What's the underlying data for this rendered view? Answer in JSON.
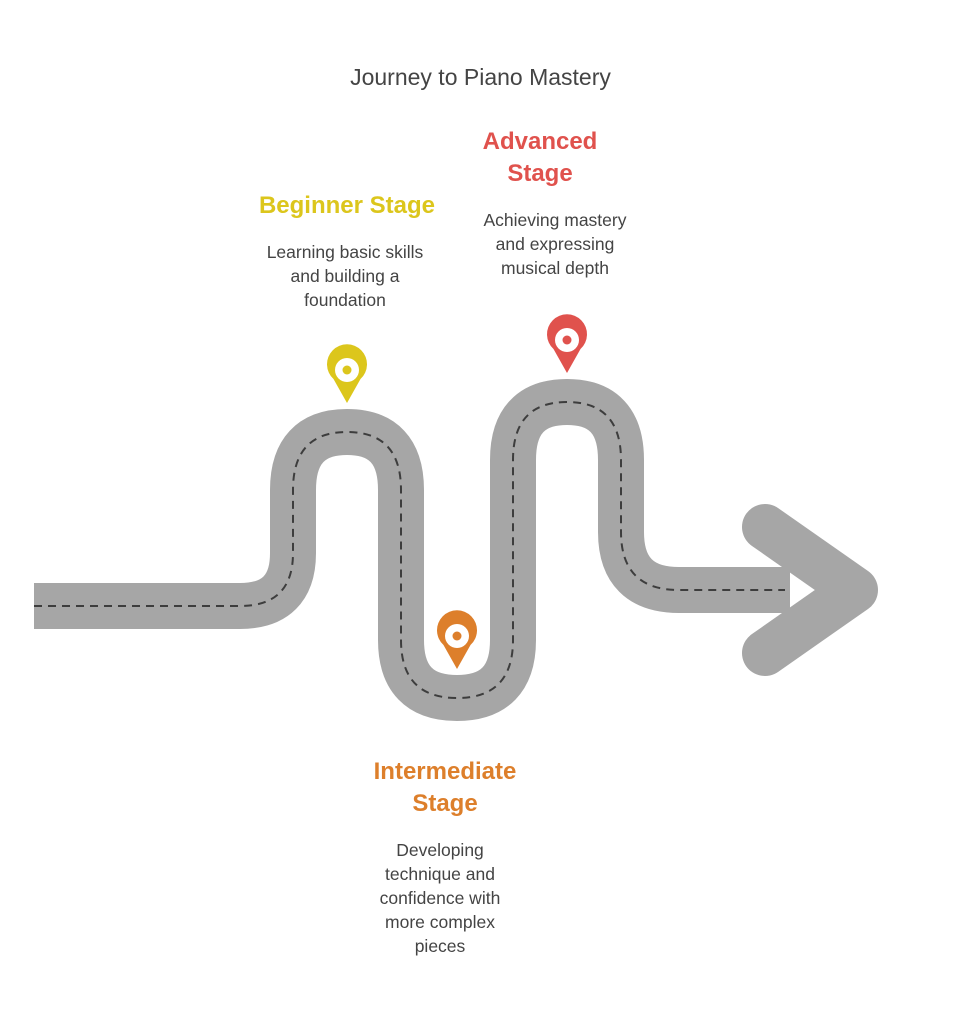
{
  "title": "Journey to Piano Mastery",
  "colors": {
    "road": "#a6a6a6",
    "dashes": "#3d3d3d",
    "beginner": "#dcc61c",
    "intermediate": "#dd7f2b",
    "advanced": "#e0524d",
    "text": "#444444"
  },
  "stages": [
    {
      "id": "beginner",
      "title_lines": [
        "Beginner Stage"
      ],
      "desc_lines": [
        "Learning basic skills",
        "and building a",
        "foundation"
      ],
      "icon": "map-pin-icon"
    },
    {
      "id": "intermediate",
      "title_lines": [
        "Intermediate",
        "Stage"
      ],
      "desc_lines": [
        "Developing",
        "technique and",
        "confidence with",
        "more complex",
        "pieces"
      ],
      "icon": "map-pin-icon"
    },
    {
      "id": "advanced",
      "title_lines": [
        "Advanced",
        "Stage"
      ],
      "desc_lines": [
        "Achieving mastery",
        "and expressing",
        "musical depth"
      ],
      "icon": "map-pin-icon"
    }
  ]
}
